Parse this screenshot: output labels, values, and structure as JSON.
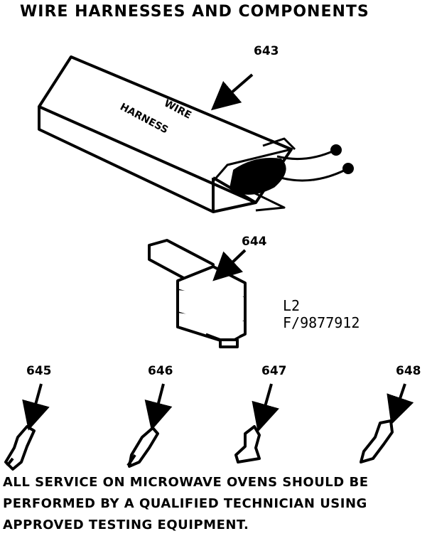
{
  "title": "WIRE HARNESSES AND COMPONENTS",
  "parts": {
    "p643": "643",
    "p644": "644",
    "p645": "645",
    "p646": "646",
    "p647": "647",
    "p648": "648"
  },
  "box_text": {
    "line1": "WIRE",
    "line2": "HARNESS"
  },
  "reference": {
    "line1": "L2",
    "line2": "F/9877912"
  },
  "note": {
    "line1": "ALL SERVICE ON MICROWAVE OVENS SHOULD BE",
    "line2": "PERFORMED BY A QUALIFIED  TECHNICIAN USING",
    "line3": "APPROVED TESTING EQUIPMENT."
  }
}
